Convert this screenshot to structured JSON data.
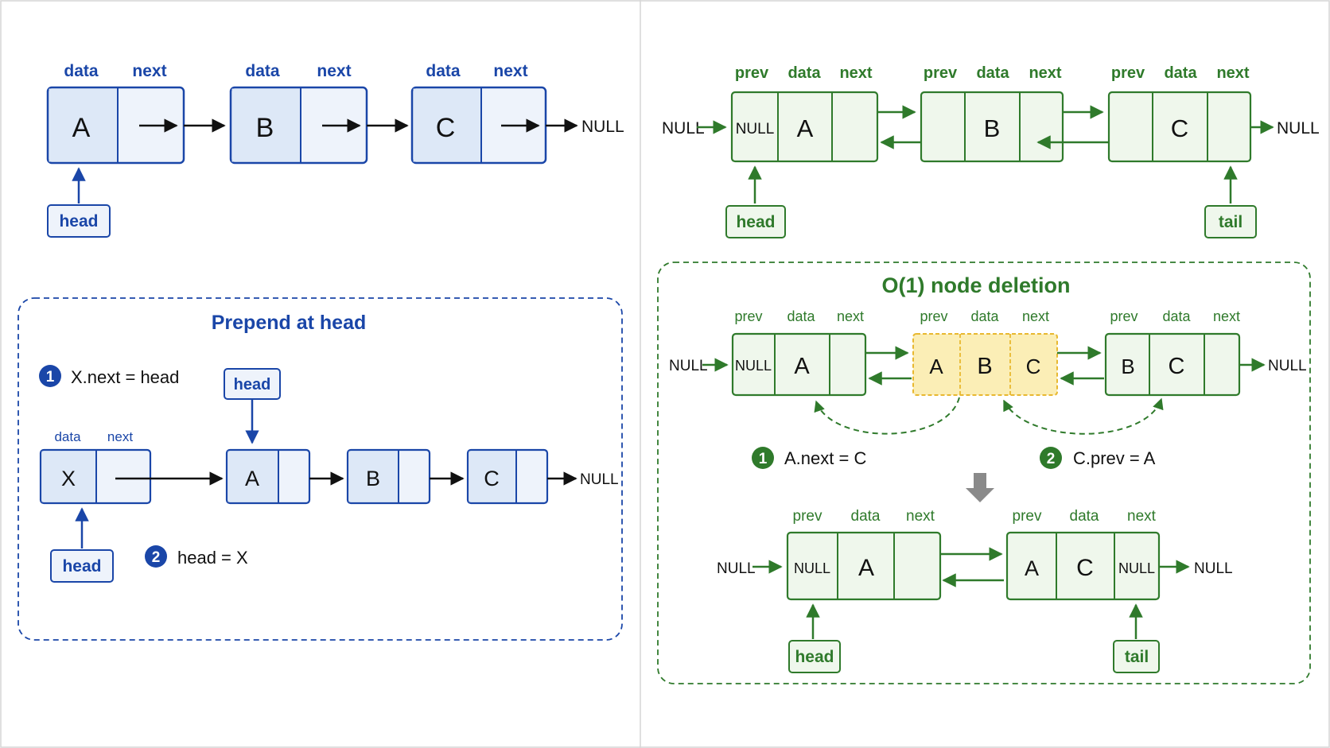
{
  "colors": {
    "blue": "#1a46a8",
    "blue_fill_dark": "#dde8f7",
    "blue_fill_light": "#eef3fb",
    "green": "#2f7a2b",
    "green_fill": "#eff7ec",
    "yellow_fill": "#fbeeb6",
    "yellow_border": "#e8b830",
    "gray_arrow": "#8a8a8a",
    "black": "#111111"
  },
  "field_labels": {
    "data": "data",
    "next": "next",
    "prev": "prev",
    "null": "NULL",
    "head": "head",
    "tail": "tail"
  },
  "singly": {
    "nodes": [
      "A",
      "B",
      "C"
    ],
    "end": "NULL",
    "head_label": "head"
  },
  "prepend": {
    "title": "Prepend at head",
    "step1_num": "1",
    "step1_text": "X.next = head",
    "step2_num": "2",
    "step2_text": "head = X",
    "new_node": "X",
    "nodes": [
      "A",
      "B",
      "C"
    ],
    "end": "NULL",
    "head_label_top": "head",
    "head_label_bottom": "head"
  },
  "doubly": {
    "nodes": [
      "A",
      "B",
      "C"
    ],
    "start": "NULL",
    "end": "NULL",
    "head_label": "head",
    "tail_label": "tail"
  },
  "deletion": {
    "title": "O(1) node deletion",
    "before": {
      "node1": [
        "NULL",
        "A"
      ],
      "node2": [
        "A",
        "B",
        "C"
      ],
      "node3": [
        "B",
        "C"
      ],
      "start": "NULL",
      "end": "NULL"
    },
    "step1_num": "1",
    "step1_text": "A.next = C",
    "step2_num": "2",
    "step2_text": "C.prev = A",
    "after": {
      "node1": [
        "NULL",
        "A"
      ],
      "node2": [
        "A",
        "C",
        "NULL"
      ],
      "start": "NULL",
      "end": "NULL",
      "head_label": "head",
      "tail_label": "tail"
    }
  }
}
